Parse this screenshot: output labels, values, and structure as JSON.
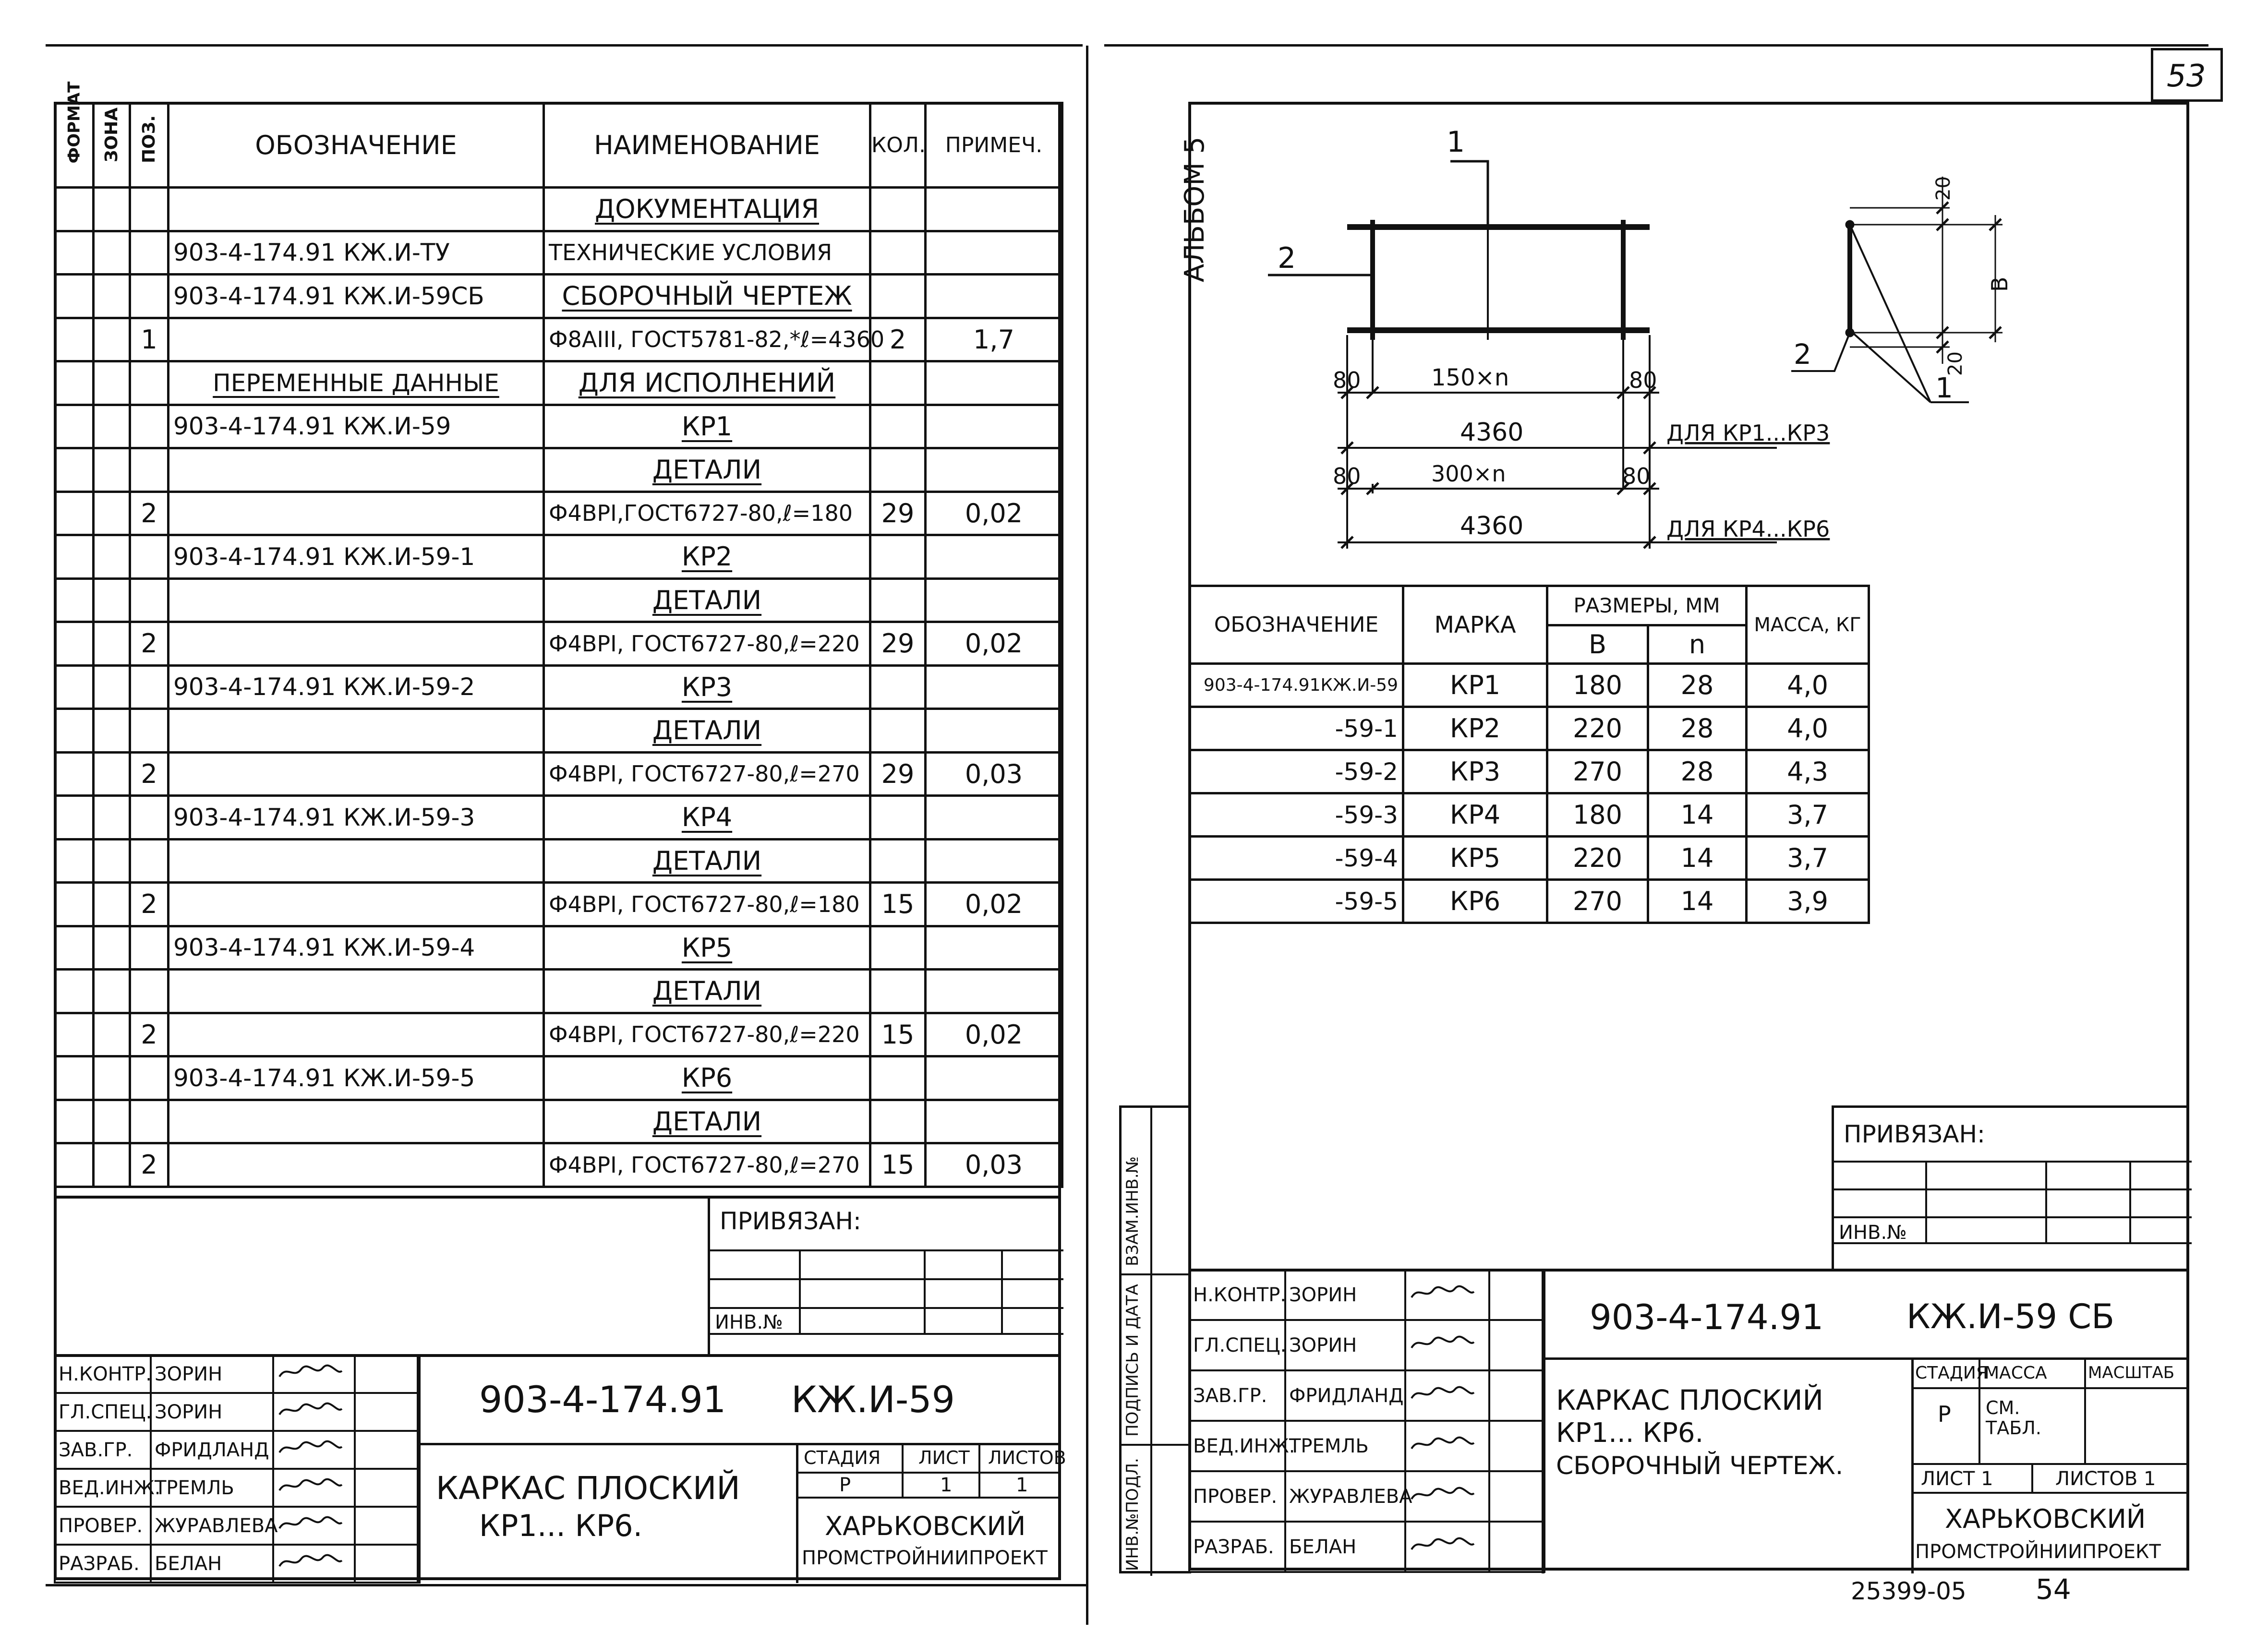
{
  "sheet_number": "53",
  "bottom_code": "25399-05",
  "bottom_page": "54",
  "left_sheet": {
    "headers": {
      "format": "ФОРМАТ",
      "zone": "ЗОНА",
      "pos": "ПОЗ.",
      "designation": "ОБОЗНАЧЕНИЕ",
      "name": "НАИМЕНОВАНИЕ",
      "qty": "КОЛ.",
      "note": "ПРИМЕЧ."
    },
    "rows": [
      {
        "pos": "",
        "designation": "",
        "name": "ДОКУМЕНТАЦИЯ",
        "qty": "",
        "note": "",
        "section": true
      },
      {
        "pos": "",
        "designation": "903-4-174.91  КЖ.И-ТУ",
        "name": "ТЕХНИЧЕСКИЕ УСЛОВИЯ",
        "qty": "",
        "note": ""
      },
      {
        "pos": "",
        "designation": "903-4-174.91  КЖ.И-59СБ",
        "name": "СБОРОЧНЫЙ ЧЕРТЕЖ",
        "qty": "",
        "note": "",
        "section": true
      },
      {
        "pos": "1",
        "designation": "",
        "name": "Ф8AIII, ГОСТ5781-82,*ℓ=4360",
        "qty": "2",
        "note": "1,7"
      },
      {
        "pos": "",
        "designation": "ПЕРЕМЕННЫЕ ДАННЫЕ",
        "name": "ДЛЯ ИСПОЛНЕНИЙ",
        "qty": "",
        "note": "",
        "section": true
      },
      {
        "pos": "",
        "designation": "903-4-174.91  КЖ.И-59",
        "name": "КР1",
        "qty": "",
        "note": "",
        "section": true
      },
      {
        "pos": "",
        "designation": "",
        "name": "ДЕТАЛИ",
        "qty": "",
        "note": "",
        "section": true
      },
      {
        "pos": "2",
        "designation": "",
        "name": "Ф4ВРI,ГОСТ6727-80,ℓ=180",
        "qty": "29",
        "note": "0,02"
      },
      {
        "pos": "",
        "designation": "903-4-174.91  КЖ.И-59-1",
        "name": "КР2",
        "qty": "",
        "note": "",
        "section": true
      },
      {
        "pos": "",
        "designation": "",
        "name": "ДЕТАЛИ",
        "qty": "",
        "note": "",
        "section": true
      },
      {
        "pos": "2",
        "designation": "",
        "name": "Ф4ВРI, ГОСТ6727-80,ℓ=220",
        "qty": "29",
        "note": "0,02"
      },
      {
        "pos": "",
        "designation": "903-4-174.91  КЖ.И-59-2",
        "name": "КР3",
        "qty": "",
        "note": "",
        "section": true
      },
      {
        "pos": "",
        "designation": "",
        "name": "ДЕТАЛИ",
        "qty": "",
        "note": "",
        "section": true
      },
      {
        "pos": "2",
        "designation": "",
        "name": "Ф4ВРI, ГОСТ6727-80,ℓ=270",
        "qty": "29",
        "note": "0,03"
      },
      {
        "pos": "",
        "designation": "903-4-174.91  КЖ.И-59-3",
        "name": "КР4",
        "qty": "",
        "note": "",
        "section": true
      },
      {
        "pos": "",
        "designation": "",
        "name": "ДЕТАЛИ",
        "qty": "",
        "note": "",
        "section": true
      },
      {
        "pos": "2",
        "designation": "",
        "name": "Ф4ВРI, ГОСТ6727-80,ℓ=180",
        "qty": "15",
        "note": "0,02"
      },
      {
        "pos": "",
        "designation": "903-4-174.91  КЖ.И-59-4",
        "name": "КР5",
        "qty": "",
        "note": "",
        "section": true
      },
      {
        "pos": "",
        "designation": "",
        "name": "ДЕТАЛИ",
        "qty": "",
        "note": "",
        "section": true
      },
      {
        "pos": "2",
        "designation": "",
        "name": "Ф4ВРI, ГОСТ6727-80,ℓ=220",
        "qty": "15",
        "note": "0,02"
      },
      {
        "pos": "",
        "designation": "903-4-174.91  КЖ.И-59-5",
        "name": "КР6",
        "qty": "",
        "note": "",
        "section": true
      },
      {
        "pos": "",
        "designation": "",
        "name": "ДЕТАЛИ",
        "qty": "",
        "note": "",
        "section": true
      },
      {
        "pos": "2",
        "designation": "",
        "name": "Ф4ВРI, ГОСТ6727-80,ℓ=270",
        "qty": "15",
        "note": "0,03"
      }
    ],
    "attached": "ПРИВЯЗАН:",
    "inv_no": "ИНВ.№",
    "code": "903-4-174.91",
    "mark": "КЖ.И-59",
    "title_line1": "КАРКАС ПЛОСКИЙ",
    "title_line2": "КР1... КР6.",
    "stage_label": "СТАДИЯ",
    "sheet_label": "ЛИСТ",
    "sheets_label": "ЛИСТОВ",
    "stage": "Р",
    "sheet": "1",
    "sheets": "1",
    "org_line1": "ХАРЬКОВСКИЙ",
    "org_line2": "ПРОМСТРОЙНИИПРОЕКТ",
    "signers": [
      {
        "role": "Н.КОНТР.",
        "name": "ЗОРИН"
      },
      {
        "role": "ГЛ.СПЕЦ.",
        "name": "ЗОРИН"
      },
      {
        "role": "ЗАВ.ГР.",
        "name": "ФРИДЛАНД"
      },
      {
        "role": "ВЕД.ИНЖ.",
        "name": "ТРЕМЛЬ"
      },
      {
        "role": "ПРОВЕР.",
        "name": "ЖУРАВЛЕВА"
      },
      {
        "role": "РАЗРАБ.",
        "name": "БЕЛАН"
      }
    ]
  },
  "right_sheet": {
    "album": "АЛЬБОМ 5",
    "drawing": {
      "pos1": "1",
      "pos2": "2",
      "dim_80": "80",
      "dim_150n": "150×n",
      "dim_4360": "4360",
      "dim_300n": "300×n",
      "for_kp1_3": "ДЛЯ КР1...КР3",
      "for_kp4_6": "ДЛЯ КР4...КР6",
      "dim_20": "20",
      "dim_b": "В"
    },
    "table": {
      "h_designation": "ОБОЗНАЧЕНИЕ",
      "h_mark": "МАРКА",
      "h_sizes": "РАЗМЕРЫ, ММ",
      "h_b": "В",
      "h_n": "n",
      "h_mass": "МАССА, КГ",
      "rows": [
        {
          "designation": "903-4-174.91КЖ.И-59",
          "mark": "КР1",
          "b": "180",
          "n": "28",
          "mass": "4,0"
        },
        {
          "designation": "-59-1",
          "mark": "КР2",
          "b": "220",
          "n": "28",
          "mass": "4,0"
        },
        {
          "designation": "-59-2",
          "mark": "КР3",
          "b": "270",
          "n": "28",
          "mass": "4,3"
        },
        {
          "designation": "-59-3",
          "mark": "КР4",
          "b": "180",
          "n": "14",
          "mass": "3,7"
        },
        {
          "designation": "-59-4",
          "mark": "КР5",
          "b": "220",
          "n": "14",
          "mass": "3,7"
        },
        {
          "designation": "-59-5",
          "mark": "КР6",
          "b": "270",
          "n": "14",
          "mass": "3,9"
        }
      ]
    },
    "side_stamp": {
      "inv_orig": "ИНВ.№ПОДЛ.",
      "sign_date": "ПОДПИСЬ И ДАТА",
      "replace_inv": "ВЗАМ.ИНВ.№"
    },
    "attached": "ПРИВЯЗАН:",
    "inv_no": "ИНВ.№",
    "code": "903-4-174.91",
    "mark": "КЖ.И-59 СБ",
    "title_line1": "КАРКАС ПЛОСКИЙ",
    "title_line2": "КР1... КР6.",
    "title_line3": "СБОРОЧНЫЙ ЧЕРТЕЖ.",
    "stage_label": "СТАДИЯ",
    "mass_label": "МАССА",
    "scale_label": "МАСШТАБ",
    "stage": "Р",
    "mass_value": "СМ. ТАБЛ.",
    "sheet_text": "ЛИСТ 1",
    "sheets_text": "ЛИСТОВ 1",
    "org_line1": "ХАРЬКОВСКИЙ",
    "org_line2": "ПРОМСТРОЙНИИПРОЕКТ",
    "signers": [
      {
        "role": "Н.КОНТР.",
        "name": "ЗОРИН"
      },
      {
        "role": "ГЛ.СПЕЦ.",
        "name": "ЗОРИН"
      },
      {
        "role": "ЗАВ.ГР.",
        "name": "ФРИДЛАНД"
      },
      {
        "role": "ВЕД.ИНЖ.",
        "name": "ТРЕМЛЬ"
      },
      {
        "role": "ПРОВЕР.",
        "name": "ЖУРАВЛЕВА"
      },
      {
        "role": "РАЗРАБ.",
        "name": "БЕЛАН"
      }
    ]
  }
}
